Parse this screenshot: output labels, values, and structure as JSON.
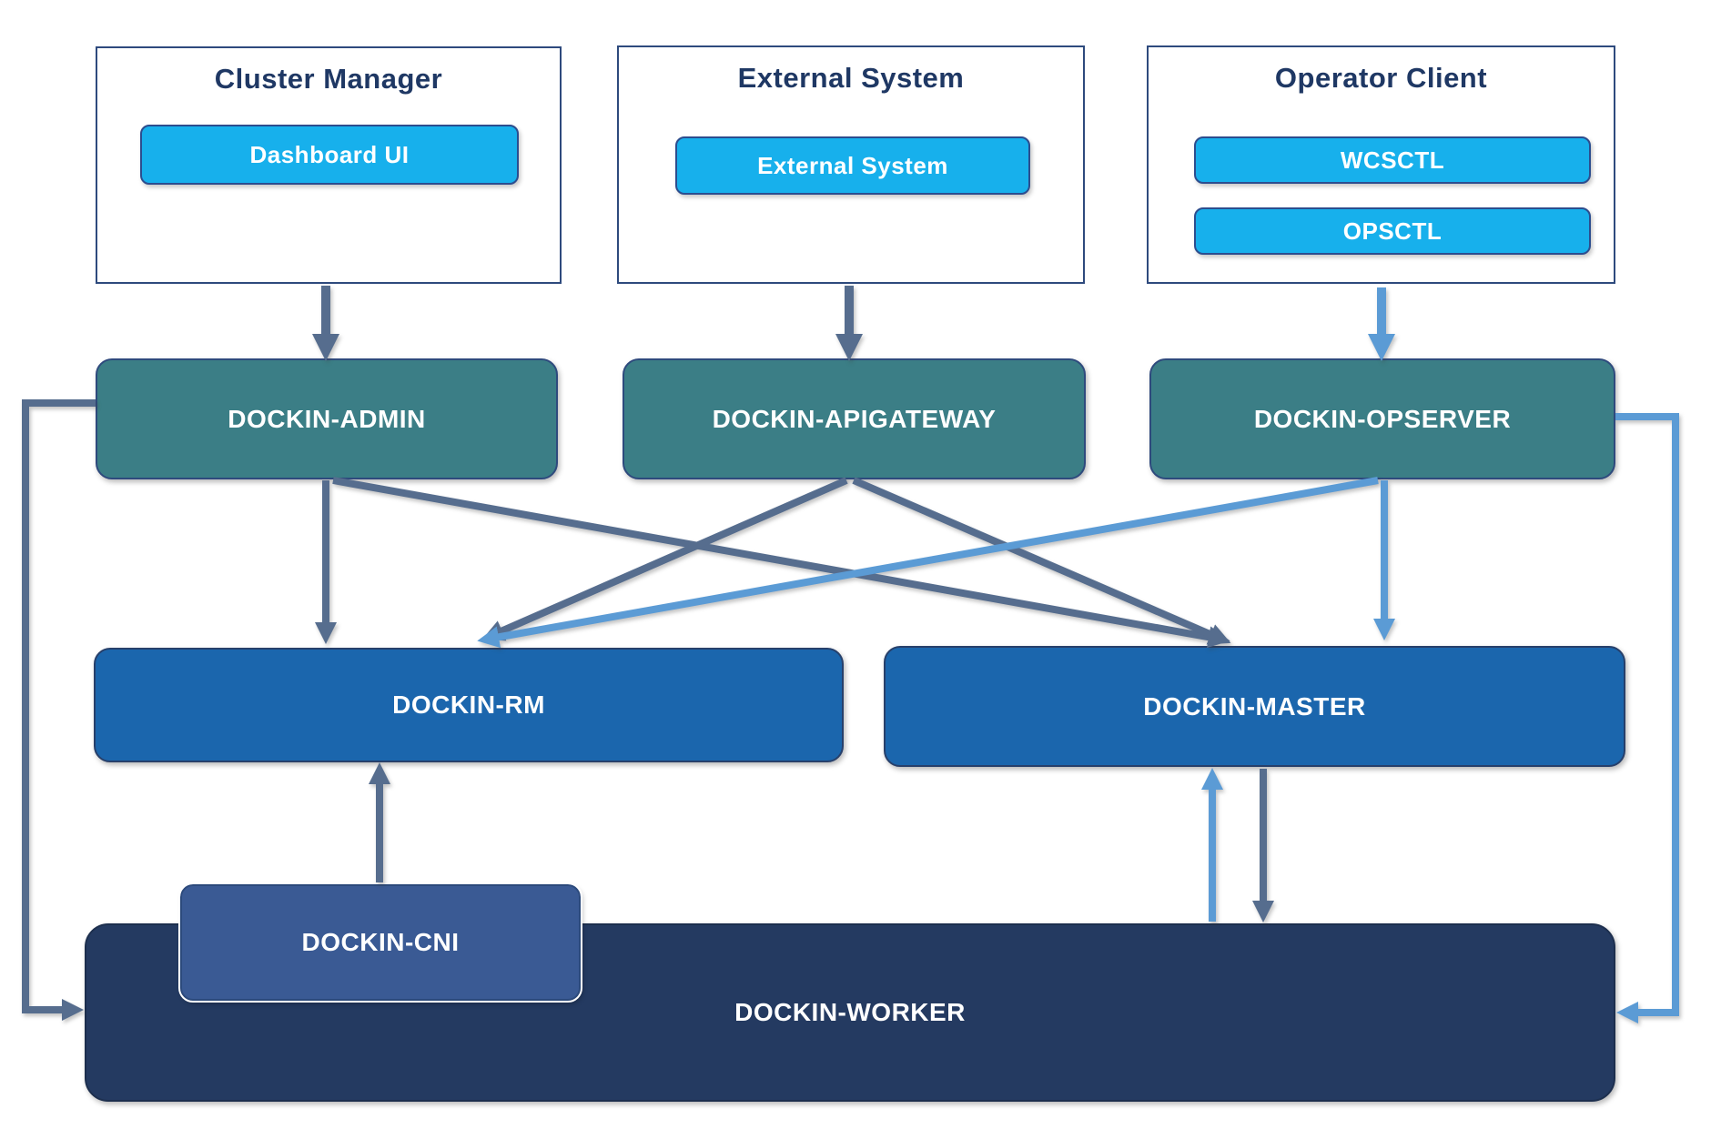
{
  "groups": [
    {
      "id": "cluster-manager",
      "title": "Cluster Manager",
      "buttons": [
        "Dashboard UI"
      ]
    },
    {
      "id": "external-system",
      "title": "External System",
      "buttons": [
        "External System"
      ]
    },
    {
      "id": "operator-client",
      "title": "Operator Client",
      "buttons": [
        "WCSCTL",
        "OPSCTL"
      ]
    }
  ],
  "nodes": {
    "admin": {
      "label": "DOCKIN-ADMIN"
    },
    "apigateway": {
      "label": "DOCKIN-APIGATEWAY"
    },
    "opserver": {
      "label": "DOCKIN-OPSERVER"
    },
    "rm": {
      "label": "DOCKIN-RM"
    },
    "master": {
      "label": "DOCKIN-MASTER"
    },
    "cni": {
      "label": "DOCKIN-CNI"
    },
    "worker": {
      "label": "DOCKIN-WORKER"
    }
  },
  "edges": [
    {
      "from": "cluster-manager",
      "to": "admin",
      "color": "dark"
    },
    {
      "from": "external-system",
      "to": "apigateway",
      "color": "dark"
    },
    {
      "from": "operator-client",
      "to": "opserver",
      "color": "blue"
    },
    {
      "from": "admin",
      "to": "rm",
      "color": "dark"
    },
    {
      "from": "admin",
      "to": "master",
      "color": "dark"
    },
    {
      "from": "apigateway",
      "to": "rm",
      "color": "dark"
    },
    {
      "from": "apigateway",
      "to": "master",
      "color": "dark"
    },
    {
      "from": "opserver",
      "to": "rm",
      "color": "blue"
    },
    {
      "from": "opserver",
      "to": "master",
      "color": "blue"
    },
    {
      "from": "cni",
      "to": "rm",
      "color": "dark"
    },
    {
      "from": "master",
      "to": "worker",
      "color": "dark"
    },
    {
      "from": "worker",
      "to": "master",
      "color": "blue"
    },
    {
      "from": "admin",
      "to": "worker",
      "color": "dark"
    },
    {
      "from": "opserver",
      "to": "worker",
      "color": "blue"
    }
  ],
  "colors": {
    "arrow_dark": "#566d8e",
    "arrow_blue": "#5b9bd5",
    "teal_node": "#3b7e86",
    "blue_node": "#1b66ad",
    "cni_node": "#3a5a94",
    "worker_node": "#243a61",
    "button_fill": "#17b0ec",
    "button_border": "#2c4d8e",
    "container_border": "#2e4a7d",
    "title_text": "#1f3864"
  }
}
